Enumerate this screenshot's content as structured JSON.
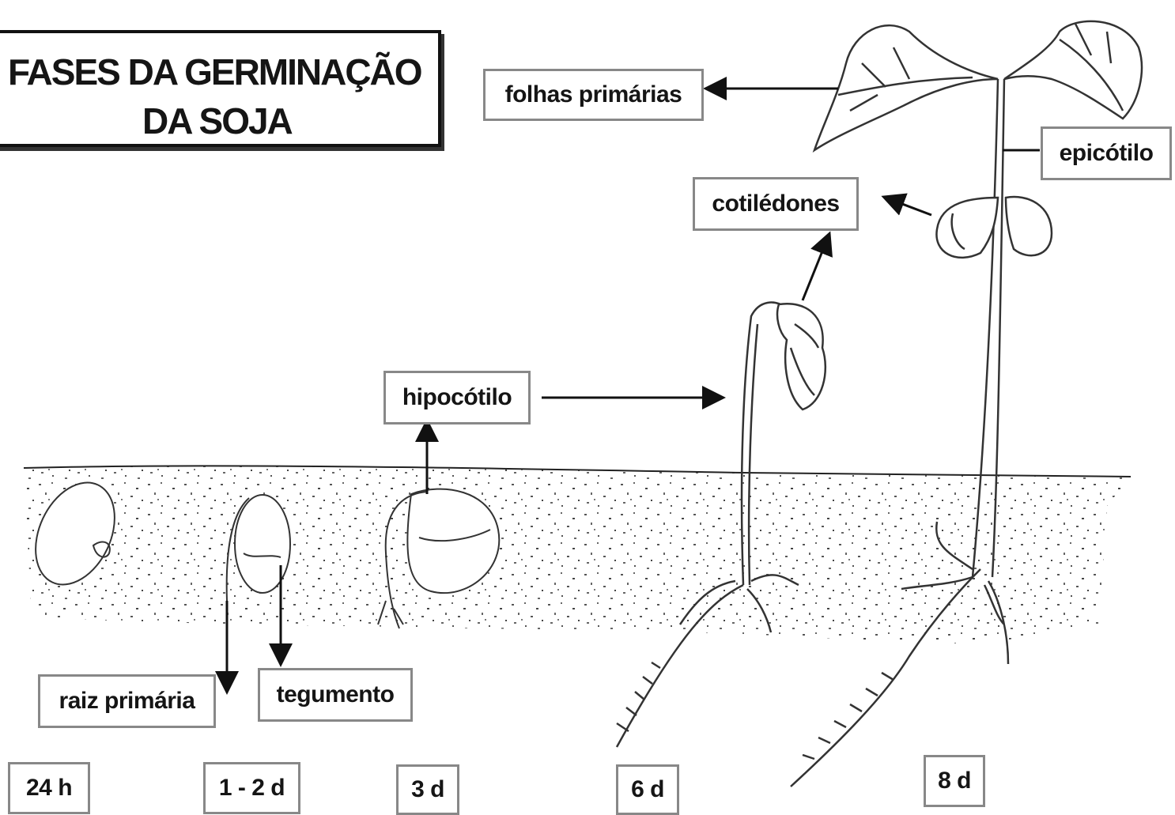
{
  "title": {
    "line1": "FASES DA GERMINAÇÃO",
    "line2": "DA SOJA"
  },
  "labels": {
    "folhas_primarias": "folhas primárias",
    "epicotilo": "epicótilo",
    "cotiledones": "cotilédones",
    "hipocotilo": "hipocótilo",
    "raiz_primaria": "raiz primária",
    "tegumento": "tegumento"
  },
  "stages": [
    "24 h",
    "1 - 2 d",
    "3 d",
    "6 d",
    "8 d"
  ]
}
